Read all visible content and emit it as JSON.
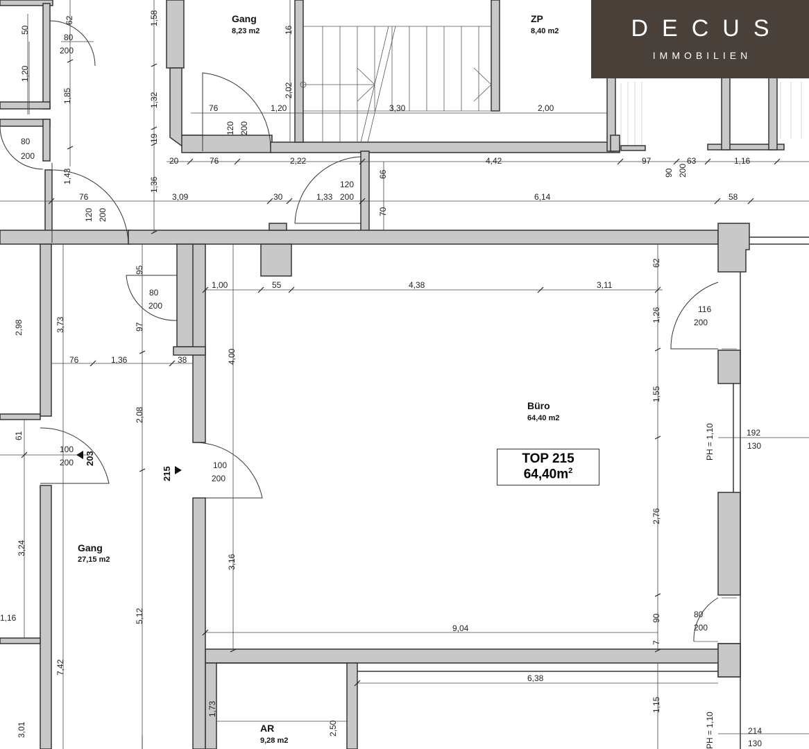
{
  "logo": {
    "name": "DECUS",
    "subtitle": "IMMOBILIEN"
  },
  "unit": {
    "label": "TOP 215",
    "area": "64,40m",
    "area_sup": "2"
  },
  "rooms": {
    "gang_top": {
      "name": "Gang",
      "area": "8,23 m2"
    },
    "zp": {
      "name": "ZP",
      "area": "8,40 m2"
    },
    "buero": {
      "name": "Büro",
      "area": "64,40 m2"
    },
    "gang_left": {
      "name": "Gang",
      "area": "27,15 m2"
    },
    "ar": {
      "name": "AR",
      "area": "9,28 m2"
    }
  },
  "markers": {
    "m203": "203",
    "m215": "215"
  },
  "dims": {
    "d62a": "62",
    "d50": "50",
    "d80a": "80",
    "d200a": "200",
    "d120a": "1,20",
    "d185": "1,85",
    "d158": "1,58",
    "d16": "16",
    "d132": "1,32",
    "d202": "2,02",
    "d76a": "76",
    "d120b": "1,20",
    "d330": "3,30",
    "d200b": "2,00",
    "d120c": "120",
    "d200c": "200",
    "d19": "19",
    "d80b": "80",
    "d200d": "200",
    "d20": "20",
    "d76b": "76",
    "d222": "2,22",
    "d442": "4,42",
    "d97a": "97",
    "d90a": "90",
    "d200e": "200",
    "d63": "63",
    "d116a": "1,16",
    "d143": "1,43",
    "d136": "1,36",
    "d120e": "120",
    "d200f": "200",
    "d66": "66",
    "d76c": "76",
    "d120d": "120",
    "d200g": "200",
    "d309": "3,09",
    "d30": "30",
    "d133": "1,33",
    "d70": "70",
    "d614": "6,14",
    "d58": "58",
    "d95": "95",
    "d80c": "80",
    "d200h": "200",
    "d62b": "62",
    "d100a": "1,00",
    "d55": "55",
    "d438": "4,38",
    "d311": "3,11",
    "d116b": "116",
    "d200i": "200",
    "d126": "1,26",
    "d298": "2,98",
    "d373": "3,73",
    "d97b": "97",
    "d400": "4,00",
    "d76d": "76",
    "d136b": "1,36",
    "d38": "38",
    "d155": "1,55",
    "d208": "2,08",
    "d61": "61",
    "d100b": "100",
    "d200j": "200",
    "d100c": "100",
    "d200k": "200",
    "dph1": "PH = 1,10",
    "d192": "192",
    "d130a": "130",
    "d276": "2,76",
    "d324": "3,24",
    "d316": "3,16",
    "d512": "5,12",
    "d116c": "1,16",
    "d904": "9,04",
    "d90b": "90",
    "d80d": "80",
    "d200l": "200",
    "d7": "7",
    "d742": "7,42",
    "d638": "6,38",
    "d173": "1,73",
    "d115": "1,15",
    "d250": "2,50",
    "d301": "3,01",
    "dph2": "PH = 1,10",
    "d214": "214",
    "d130b": "130"
  }
}
